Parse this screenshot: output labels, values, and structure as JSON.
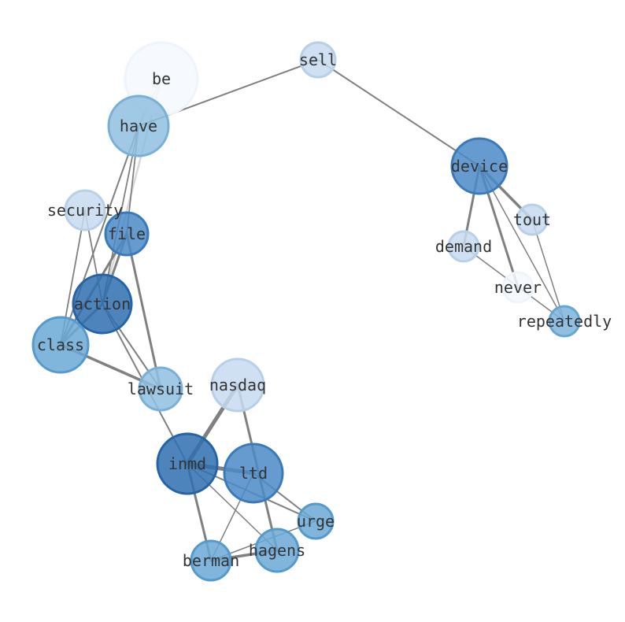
{
  "graph": {
    "palette": {
      "edge": "#808080",
      "light_edge": "#d8d8d8",
      "label": "#333333"
    },
    "nodes": [
      {
        "id": "be",
        "label": "be",
        "fill": "#f5f9fe",
        "stroke": "#eef4fb"
      },
      {
        "id": "sell",
        "label": "sell",
        "fill": "#c6dbef",
        "stroke": "#b7cfe7"
      },
      {
        "id": "have",
        "label": "have",
        "fill": "#8fbfe0",
        "stroke": "#78b0d8"
      },
      {
        "id": "device",
        "label": "device",
        "fill": "#4a8ac5",
        "stroke": "#3a7abb"
      },
      {
        "id": "security",
        "label": "security",
        "fill": "#c6dbef",
        "stroke": "#b7cfe7"
      },
      {
        "id": "file",
        "label": "file",
        "fill": "#4a8ac5",
        "stroke": "#3a7abb"
      },
      {
        "id": "tout",
        "label": "tout",
        "fill": "#c6dbef",
        "stroke": "#b7cfe7"
      },
      {
        "id": "demand",
        "label": "demand",
        "fill": "#c6dbef",
        "stroke": "#b7cfe7"
      },
      {
        "id": "never",
        "label": "never",
        "fill": "#f5f9fe",
        "stroke": "#eef4fb"
      },
      {
        "id": "action",
        "label": "action",
        "fill": "#2f6fb0",
        "stroke": "#2563a8"
      },
      {
        "id": "repeatedly",
        "label": "repeatedly",
        "fill": "#7cb4dc",
        "stroke": "#66a6d4"
      },
      {
        "id": "class",
        "label": "class",
        "fill": "#6aa8d6",
        "stroke": "#5699cc"
      },
      {
        "id": "lawsuit",
        "label": "lawsuit",
        "fill": "#8fbfe0",
        "stroke": "#78b0d8"
      },
      {
        "id": "nasdaq",
        "label": "nasdaq",
        "fill": "#c6dbef",
        "stroke": "#b7cfe7"
      },
      {
        "id": "inmd",
        "label": "inmd",
        "fill": "#2f6fb0",
        "stroke": "#2563a8"
      },
      {
        "id": "ltd",
        "label": "ltd",
        "fill": "#4a8ac5",
        "stroke": "#3a7abb"
      },
      {
        "id": "urge",
        "label": "urge",
        "fill": "#6aa8d6",
        "stroke": "#5699cc"
      },
      {
        "id": "hagens",
        "label": "hagens",
        "fill": "#6aa8d6",
        "stroke": "#5699cc"
      },
      {
        "id": "berman",
        "label": "berman",
        "fill": "#6aa8d6",
        "stroke": "#5699cc"
      }
    ],
    "edges": [
      {
        "source": "be",
        "target": "have",
        "weight": 2,
        "light": true
      },
      {
        "source": "be",
        "target": "action",
        "weight": 2.5,
        "light": true
      },
      {
        "source": "sell",
        "target": "have",
        "weight": 2
      },
      {
        "source": "sell",
        "target": "device",
        "weight": 2
      },
      {
        "source": "have",
        "target": "file",
        "weight": 1.8
      },
      {
        "source": "have",
        "target": "action",
        "weight": 1.8
      },
      {
        "source": "have",
        "target": "class",
        "weight": 2
      },
      {
        "source": "security",
        "target": "action",
        "weight": 1.8
      },
      {
        "source": "security",
        "target": "class",
        "weight": 1.8
      },
      {
        "source": "file",
        "target": "action",
        "weight": 3
      },
      {
        "source": "file",
        "target": "class",
        "weight": 3
      },
      {
        "source": "file",
        "target": "lawsuit",
        "weight": 3
      },
      {
        "source": "action",
        "target": "class",
        "weight": 3
      },
      {
        "source": "action",
        "target": "lawsuit",
        "weight": 2
      },
      {
        "source": "action",
        "target": "inmd",
        "weight": 2
      },
      {
        "source": "class",
        "target": "lawsuit",
        "weight": 3.5
      },
      {
        "source": "device",
        "target": "tout",
        "weight": 3.5
      },
      {
        "source": "device",
        "target": "demand",
        "weight": 3
      },
      {
        "source": "device",
        "target": "never",
        "weight": 3
      },
      {
        "source": "device",
        "target": "repeatedly",
        "weight": 1.5
      },
      {
        "source": "tout",
        "target": "repeatedly",
        "weight": 1.5
      },
      {
        "source": "demand",
        "target": "repeatedly",
        "weight": 1.5
      },
      {
        "source": "nasdaq",
        "target": "inmd",
        "weight": 5
      },
      {
        "source": "nasdaq",
        "target": "hagens",
        "weight": 3
      },
      {
        "source": "inmd",
        "target": "ltd",
        "weight": 5
      },
      {
        "source": "inmd",
        "target": "urge",
        "weight": 2
      },
      {
        "source": "inmd",
        "target": "hagens",
        "weight": 1.5
      },
      {
        "source": "inmd",
        "target": "berman",
        "weight": 3
      },
      {
        "source": "ltd",
        "target": "urge",
        "weight": 2
      },
      {
        "source": "ltd",
        "target": "berman",
        "weight": 1.5
      },
      {
        "source": "urge",
        "target": "berman",
        "weight": 1.5
      },
      {
        "source": "hagens",
        "target": "berman",
        "weight": 3.5
      }
    ]
  }
}
